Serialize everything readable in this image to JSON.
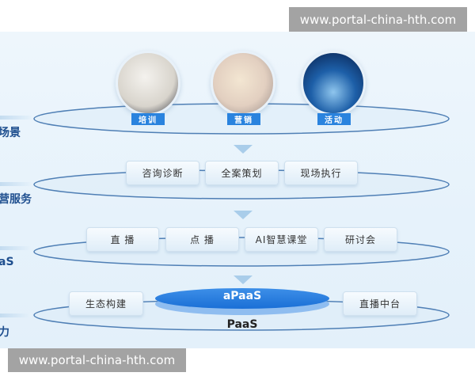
{
  "watermark_top": "www.portal-china-hth.com",
  "watermark_bottom": "www.portal-china-hth.com",
  "side_labels": [
    "场景",
    "营服务",
    "aS",
    "力"
  ],
  "scenes": [
    {
      "label": "培训",
      "image": "training-photo"
    },
    {
      "label": "营销",
      "image": "marketing-photo"
    },
    {
      "label": "活动",
      "image": "event-stage-photo"
    }
  ],
  "services": [
    "咨询诊断",
    "全案策划",
    "现场执行"
  ],
  "products": [
    "直 播",
    "点 播",
    "AI智慧课堂",
    "研讨会"
  ],
  "platform": {
    "left": "生态构建",
    "core": "aPaaS",
    "right": "直播中台",
    "base": "PaaS"
  },
  "colors": {
    "accent": "#2a83de",
    "ring": "#4f7fb5",
    "label": "#1f4f8f"
  }
}
